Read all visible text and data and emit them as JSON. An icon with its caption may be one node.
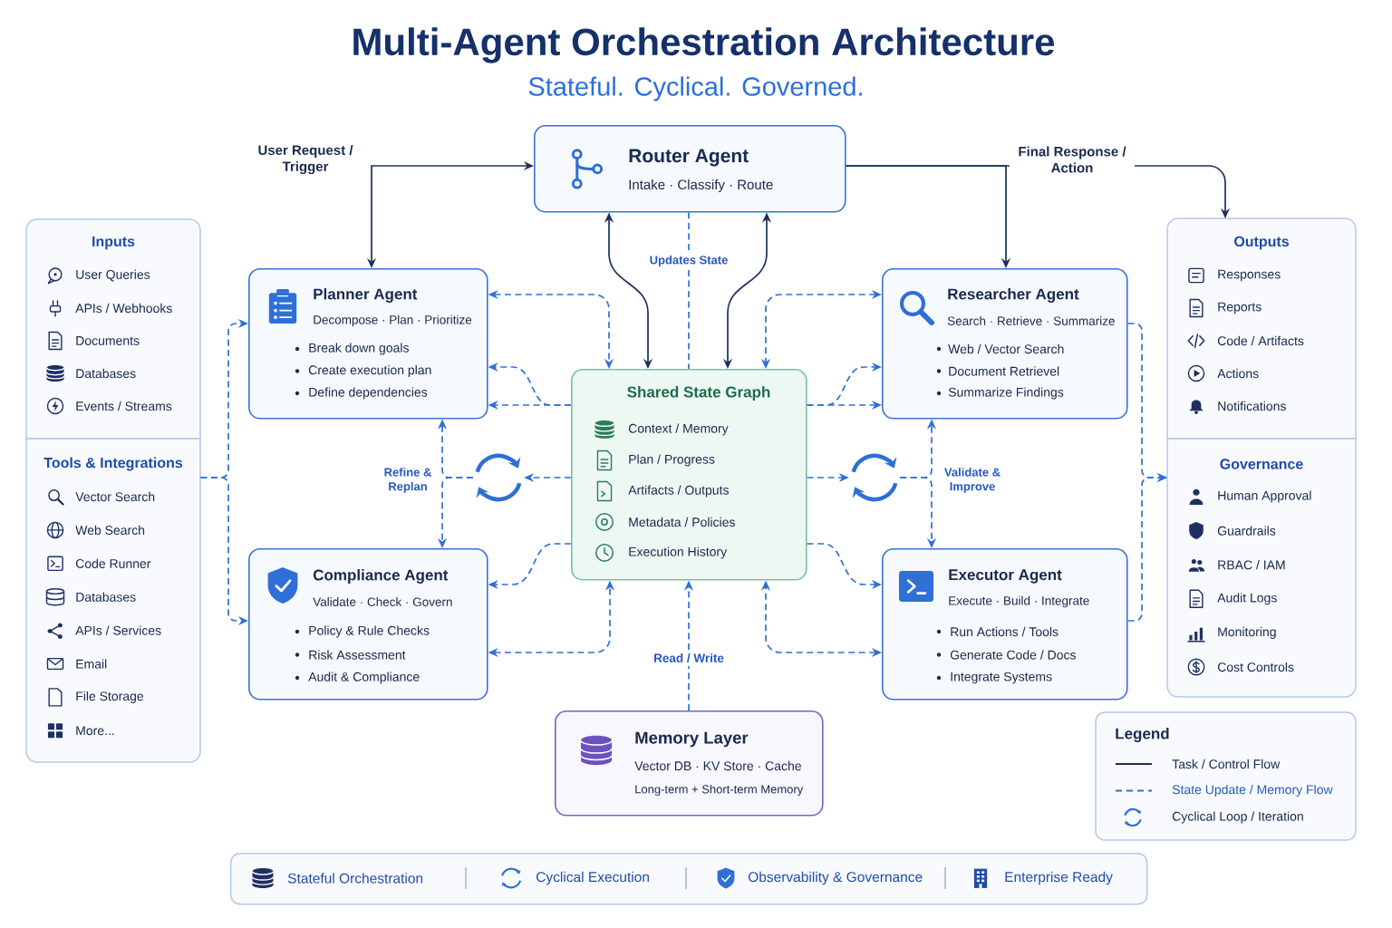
{
  "diagram": {
    "title": "Multi-Agent Orchestration Architecture",
    "nodes": [
      {
        "text": [
          "Router Agent",
          "Intake · Classify · Route"
        ]
      },
      {
        "text": [
          "Inputs",
          "User Queries",
          "APIs / Webhooks",
          "Documents",
          "Databases",
          "Events / Streams"
        ]
      },
      {
        "text": [
          "Outputs",
          "Responses",
          "Reports",
          "Code / Artifacts",
          "Actions",
          "Notifications"
        ]
      },
      {
        "text": [
          "Planner Agent",
          "Decompose · Plan · Prioritize",
          "Break down goals",
          "Create execution plan",
          "Define dependencies"
        ]
      },
      {
        "text": [
          "Researcher Agent",
          "Search · Retrieve · Summarize",
          "Web / Vector Search",
          "Document Retrievel",
          "Summarize Findings"
        ]
      },
      {
        "text": [
          "Shared State Graph",
          "Context / Memory",
          "Plan / Progress",
          "Artifacts / Outputs",
          "Metadata / Policies",
          "Execution History"
        ]
      },
      {
        "text": [
          "Tools & Integrations",
          "Vector Search",
          "Web Search",
          "Code Runner",
          "Databases",
          "APIs / Services",
          "Email",
          "File Storage",
          "More..."
        ]
      },
      {
        "text": [],
        "shape": "picture"
      },
      {
        "text": [],
        "shape": "picture"
      },
      {
        "text": [
          "Governance",
          "Human Approval",
          "Guardrails",
          "RBAC / IAM",
          "Audit Logs",
          "Monitoring",
          "Cost Controls"
        ]
      },
      {
        "text": [
          "Compliance Agent",
          "Validate · Check · Govern",
          "Policy & Rule Checks",
          "Risk Assessment",
          "Audit & Compliance"
        ]
      },
      {
        "text": [
          "Executor Agent",
          "Execute · Build · Integrate",
          "Run Actions / Tools",
          "Generate Code / Docs",
          "Integrate Systems"
        ]
      },
      {
        "text": [
          "Memory Layer",
          "Vector DB · KV Store · Cache",
          "Long-term + Short-term Memory"
        ]
      },
      {
        "text": [
          "Stateful Orchestration",
          "Cyclical Execution",
          "Observability & Governance",
          "Enterprise Ready"
        ]
      }
    ],
    "edges": [
      {
        "from": 0,
        "to": 3,
        "arrow": "both",
        "label": "User Request / Trigger",
        "color": "#1c2f5e"
      },
      {
        "from": 0,
        "to": 4,
        "arrow": "to",
        "color": "#1c2f5e"
      },
      {
        "from": 0,
        "to": 2,
        "arrow": "to",
        "label": "Final Response / Action",
        "color": "#1c2f5e"
      },
      {
        "from": 5,
        "to": 0,
        "arrow": "both",
        "color": "#1c2f5e"
      },
      {
        "from": 5,
        "to": 0,
        "arrow": "both",
        "color": "#1c2f5e"
      },
      {
        "from": 0,
        "to": 5,
        "arrow": "none",
        "label": "Updates State",
        "style": "dashed"
      },
      {
        "from": 3,
        "to": 5,
        "arrow": "both",
        "style": "dashed"
      },
      {
        "from": 5,
        "to": 3,
        "arrow": "to",
        "style": "dashed"
      },
      {
        "from": 5,
        "to": 3,
        "arrow": "to",
        "style": "dashed"
      },
      {
        "from": 4,
        "to": 5,
        "arrow": "both",
        "style": "dashed"
      },
      {
        "from": 5,
        "to": 4,
        "arrow": "to",
        "style": "dashed"
      },
      {
        "from": 5,
        "to": 4,
        "arrow": "to",
        "style": "dashed"
      },
      {
        "from": 6,
        "to": 3,
        "arrow": "to",
        "style": "dashed"
      },
      {
        "from": 6,
        "to": 10,
        "arrow": "to",
        "style": "dashed"
      },
      {
        "from": 5,
        "to": 7,
        "arrow": "to",
        "style": "dashed"
      },
      {
        "from": 7,
        "to": 3,
        "arrow": "to",
        "style": "dashed"
      },
      {
        "from": 7,
        "to": 10,
        "arrow": "to",
        "style": "dashed"
      },
      {
        "from": 5,
        "to": 8,
        "arrow": "to",
        "style": "dashed"
      },
      {
        "from": 8,
        "to": 4,
        "arrow": "to",
        "style": "dashed"
      },
      {
        "from": 8,
        "to": 11,
        "arrow": "to",
        "style": "dashed"
      },
      {
        "from": 4,
        "to": 9,
        "arrow": "to",
        "style": "dashed"
      },
      {
        "from": 11,
        "to": 9,
        "arrow": "to",
        "style": "dashed"
      },
      {
        "from": 5,
        "to": 10,
        "arrow": "to",
        "style": "dashed"
      },
      {
        "from": 10,
        "to": 5,
        "arrow": "both",
        "style": "dashed"
      },
      {
        "from": 5,
        "to": 11,
        "arrow": "to",
        "style": "dashed"
      },
      {
        "from": 11,
        "to": 5,
        "arrow": "both",
        "style": "dashed"
      },
      {
        "from": 12,
        "to": 5,
        "arrow": "to",
        "label": "Read / Write",
        "style": "dashed"
      }
    ],
    "labels": [
      "Stateful. Cyclical. Governed.",
      "Refine & Replan",
      "Validate & Improve",
      "Legend"
    ],
    "legend": [
      {
        "text": "Task / Control Flow"
      },
      {
        "text": "State Update / Memory Flow"
      },
      {
        "text": "Cyclical Loop / Iteration"
      }
    ]
  }
}
